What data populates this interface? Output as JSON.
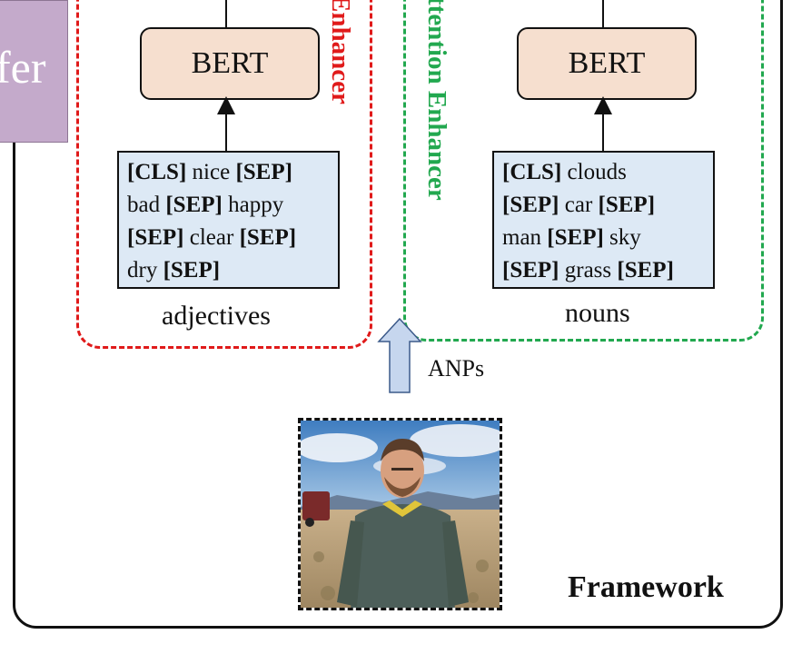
{
  "left_box": {
    "text": "fer"
  },
  "modules": {
    "left": {
      "label": "Enhancer",
      "bert": "BERT",
      "tokens": [
        [
          {
            "t": "[CLS]",
            "b": true
          },
          {
            "t": " nice ",
            "b": false
          },
          {
            "t": "[SEP]",
            "b": true
          }
        ],
        [
          {
            "t": "bad ",
            "b": false
          },
          {
            "t": "[SEP]",
            "b": true
          },
          {
            "t": " happy",
            "b": false
          }
        ],
        [
          {
            "t": "[SEP]",
            "b": true
          },
          {
            "t": " clear ",
            "b": false
          },
          {
            "t": "[SEP]",
            "b": true
          }
        ],
        [
          {
            "t": "dry ",
            "b": false
          },
          {
            "t": "[SEP]",
            "b": true
          }
        ]
      ],
      "caption": "adjectives"
    },
    "right": {
      "label": "ttention Enhancer",
      "bert": "BERT",
      "tokens": [
        [
          {
            "t": "[CLS]",
            "b": true
          },
          {
            "t": " clouds",
            "b": false
          }
        ],
        [
          {
            "t": "[SEP]",
            "b": true
          },
          {
            "t": " car ",
            "b": false
          },
          {
            "t": "[SEP]",
            "b": true
          }
        ],
        [
          {
            "t": "man ",
            "b": false
          },
          {
            "t": "[SEP]",
            "b": true
          },
          {
            "t": " sky",
            "b": false
          }
        ],
        [
          {
            "t": "[SEP]",
            "b": true
          },
          {
            "t": " grass ",
            "b": false
          },
          {
            "t": "[SEP]",
            "b": true
          }
        ]
      ],
      "caption": "nouns"
    }
  },
  "input_arrow": {
    "label": "ANPs"
  },
  "framework_label": "Framework",
  "colors": {
    "red_dash": "#e01a1a",
    "green_dash": "#22a84f",
    "bert_fill": "#f6dfcf",
    "token_fill": "#dde9f5",
    "arrow_fill": "#c6d6ee",
    "purple": "#c4aacb"
  }
}
